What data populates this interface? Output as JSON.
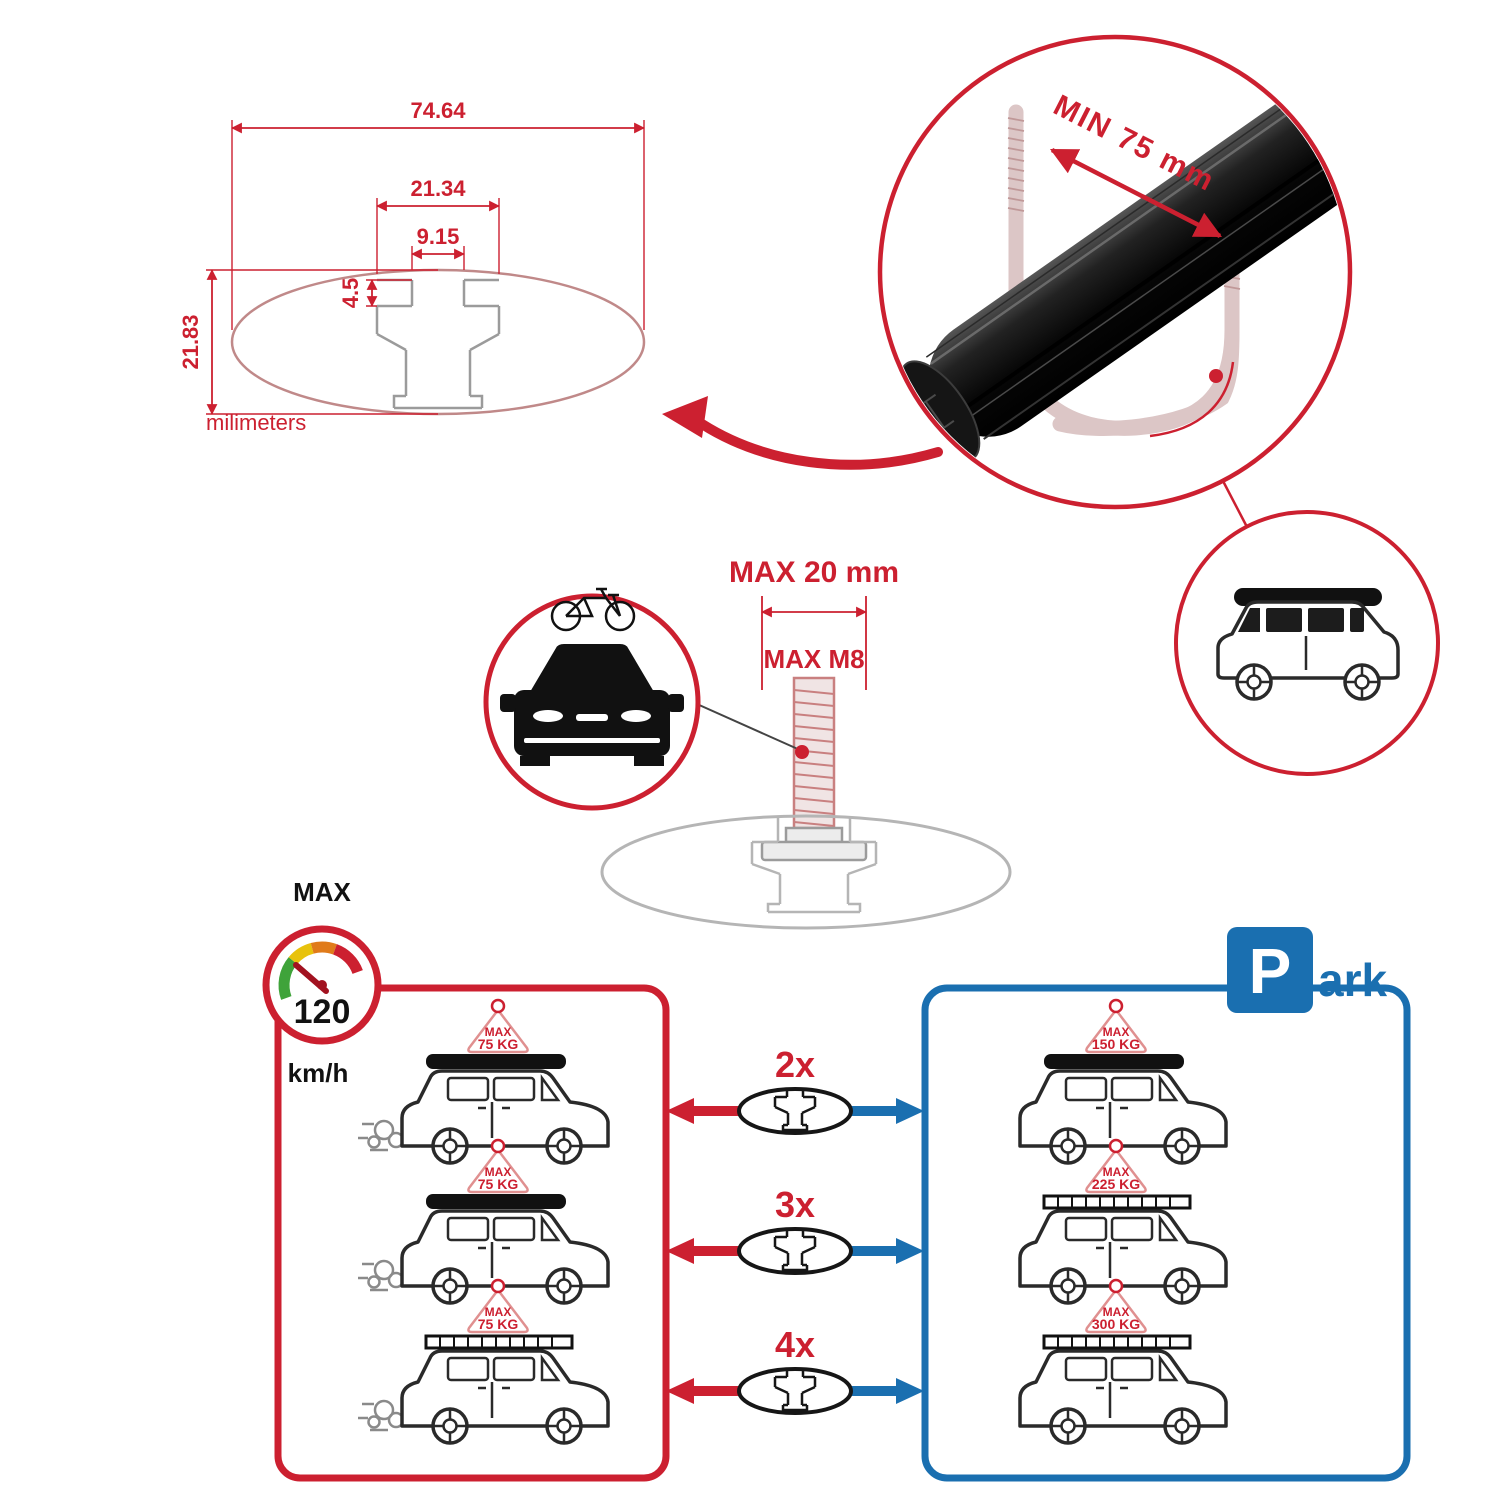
{
  "colors": {
    "red": "#cc2030",
    "blue": "#1a6fb0"
  },
  "cross_section_diagram": {
    "width_total": "74.64",
    "width_channel": "21.34",
    "width_slot": "9.15",
    "lip_depth": "4.5",
    "height_total": "21.83",
    "units": "milimeters"
  },
  "bar_closeup": {
    "min_label": "MIN 75 mm"
  },
  "bolt_diagram": {
    "max_width": "MAX 20 mm",
    "max_thread": "MAX M8"
  },
  "speed_gauge": {
    "title": "MAX",
    "value": "120",
    "units": "km/h"
  },
  "parking": {
    "letter": "P",
    "suffix": "ark"
  },
  "driving_panel": {
    "cars": [
      {
        "tag_line1": "MAX",
        "tag_line2": "75 KG"
      },
      {
        "tag_line1": "MAX",
        "tag_line2": "75 KG"
      },
      {
        "tag_line1": "MAX",
        "tag_line2": "75 KG"
      }
    ]
  },
  "parked_panel": {
    "cars": [
      {
        "tag_line1": "MAX",
        "tag_line2": "150 KG"
      },
      {
        "tag_line1": "MAX",
        "tag_line2": "225 KG"
      },
      {
        "tag_line1": "MAX",
        "tag_line2": "300 KG"
      }
    ]
  },
  "multipliers": [
    {
      "label": "2x"
    },
    {
      "label": "3x"
    },
    {
      "label": "4x"
    }
  ]
}
